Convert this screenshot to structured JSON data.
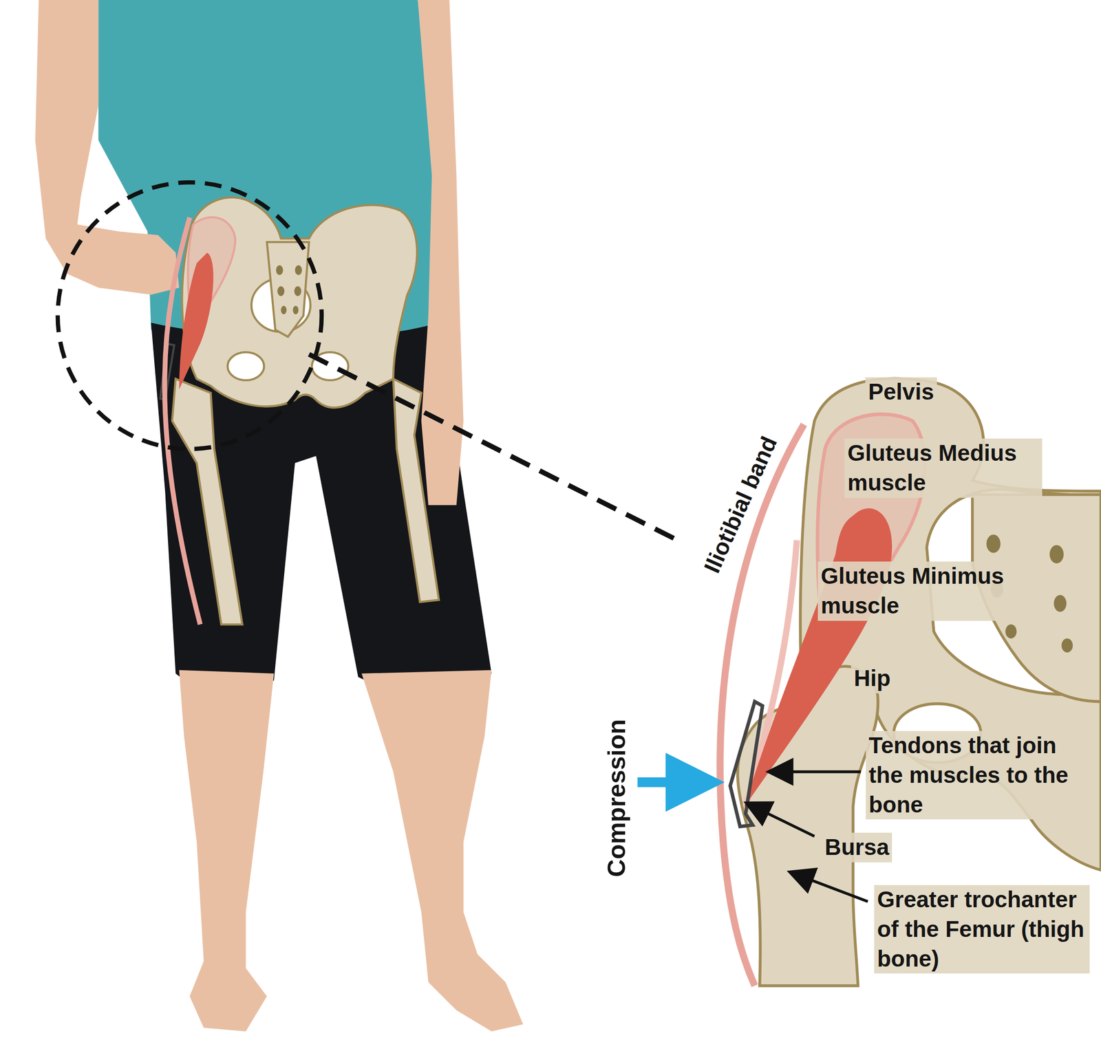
{
  "diagram": {
    "labels": [
      "Pelvis",
      "Gluteus Medius muscle",
      "Gluteus Minimus muscle",
      "Hip",
      "Tendons that join the muscles to the bone",
      "Bursa",
      "Greater trochanter of the Femur (thigh bone)",
      "Iliotibial band",
      "Compression"
    ]
  }
}
